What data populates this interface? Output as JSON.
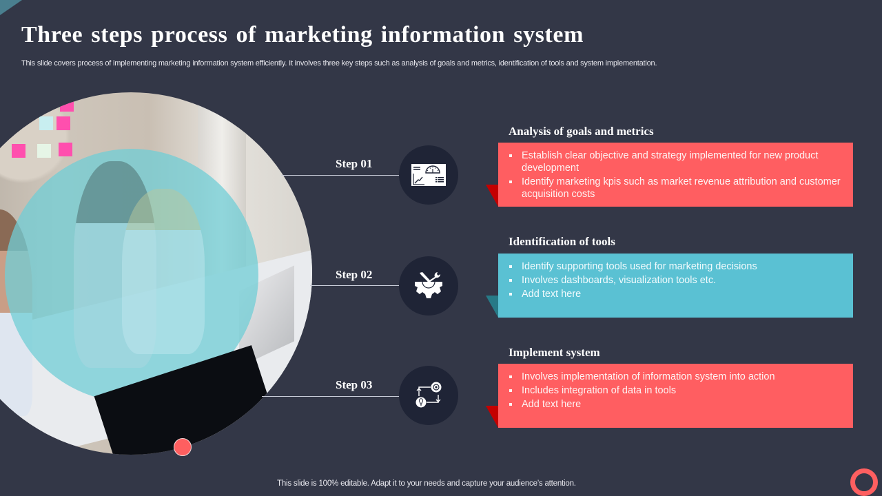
{
  "slide": {
    "title": "Three steps process of marketing information system",
    "subtitle": "This slide covers process of implementing marketing information system efficiently. It involves three key steps such as analysis of goals and metrics, identification of tools and system implementation.",
    "footer": "This slide is 100% editable. Adapt it to your needs and capture your audience’s attention."
  },
  "colors": {
    "background": "#333747",
    "accent_red": "#ff5e61",
    "accent_teal": "#5ac1d3",
    "step_circle": "#1f2436",
    "tab_red": "#c40000",
    "tab_teal": "#277a87"
  },
  "image": {
    "description": "Team of colleagues working together at laptop in office",
    "overlay_color": "#70ced6"
  },
  "steps": [
    {
      "label": "Step 01",
      "icon": "dashboard-metrics-icon",
      "heading": "Analysis of goals and metrics",
      "color": "red",
      "bullets": [
        "Establish clear objective and strategy implemented for new product development",
        "Identify marketing kpis such as market revenue attribution and customer acquisition costs"
      ]
    },
    {
      "label": "Step 02",
      "icon": "tools-gear-icon",
      "heading": "Identification of tools",
      "color": "teal",
      "bullets": [
        "Identify supporting tools used for marketing decisions",
        "Involves dashboards, visualization tools etc.",
        "Add text here"
      ]
    },
    {
      "label": "Step 03",
      "icon": "idea-process-icon",
      "heading": "Implement system",
      "color": "red",
      "bullets": [
        "Involves implementation of information system into action",
        "Includes integration of data in tools",
        "Add text here"
      ]
    }
  ]
}
